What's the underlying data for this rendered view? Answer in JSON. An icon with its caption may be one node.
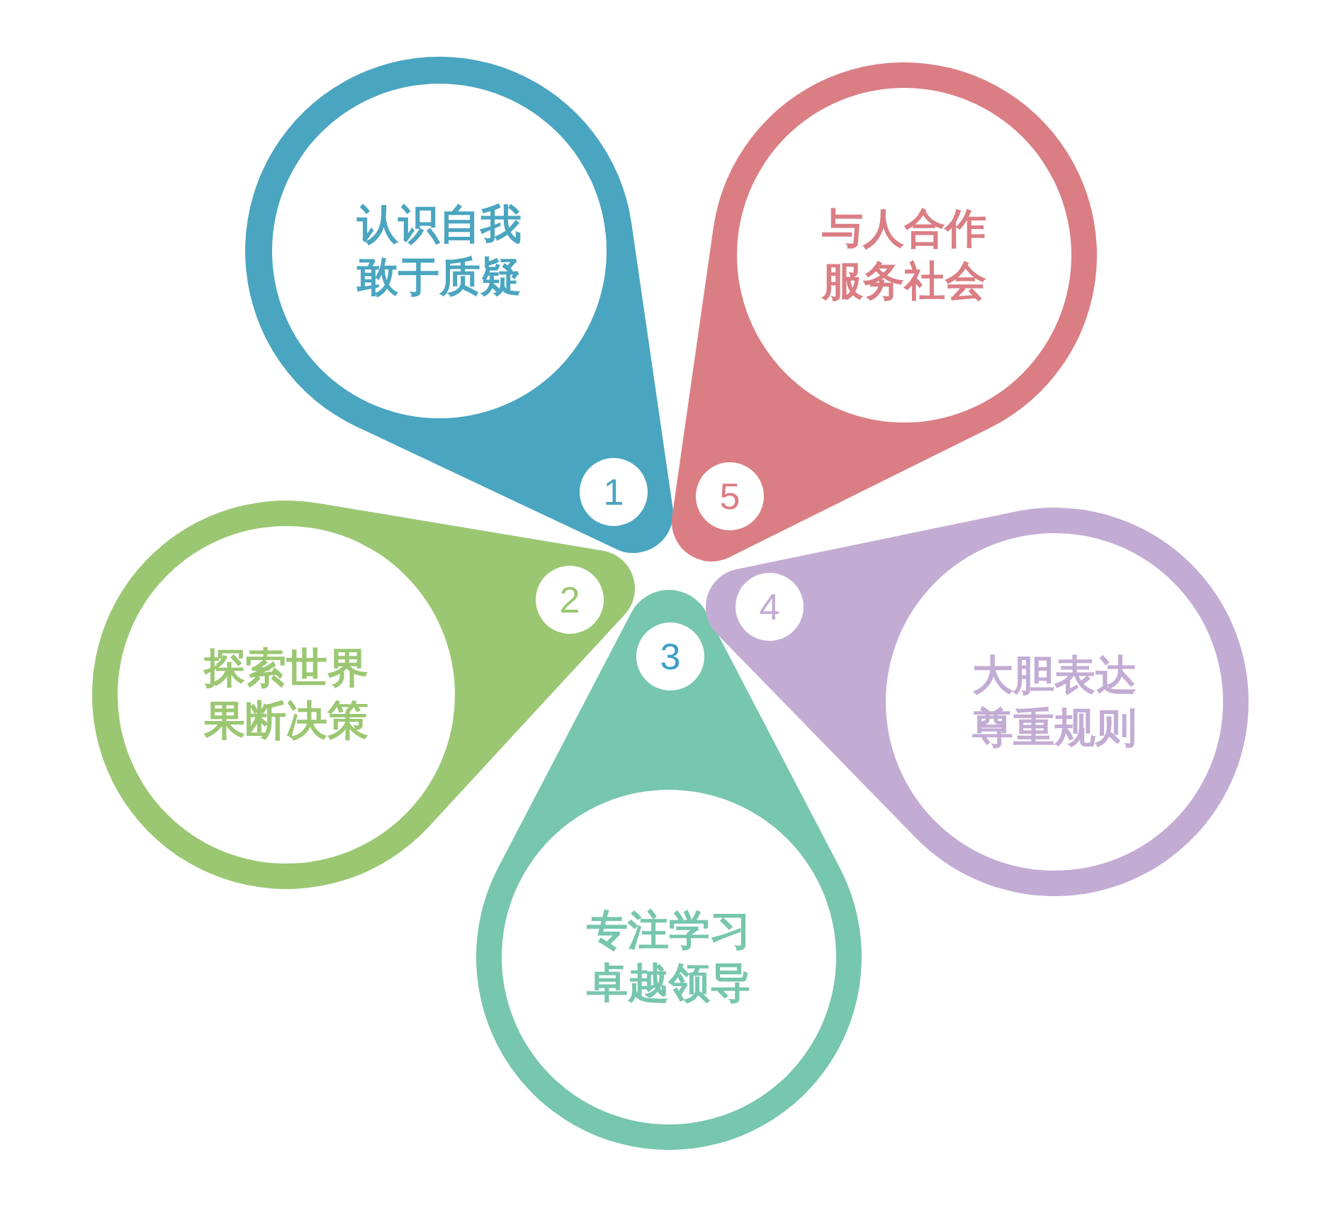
{
  "diagram": {
    "nodes": [
      {
        "text": [
          "认识自我",
          "敢于质疑"
        ]
      },
      {
        "text": [
          "1"
        ],
        "in": 0
      },
      {
        "text": [
          "探索世界",
          "果断决策"
        ]
      },
      {
        "text": [
          "2"
        ],
        "in": 2
      },
      {
        "text": [
          "专注学习",
          "卓越领导"
        ]
      },
      {
        "text": [
          "3"
        ],
        "in": 4
      },
      {
        "text": [
          "大胆表达",
          "尊重规则"
        ]
      },
      {
        "text": [
          "4"
        ],
        "in": 6
      },
      {
        "text": [
          "与人合作",
          "服务社会"
        ]
      },
      {
        "text": [
          "5"
        ],
        "in": 8
      }
    ]
  }
}
